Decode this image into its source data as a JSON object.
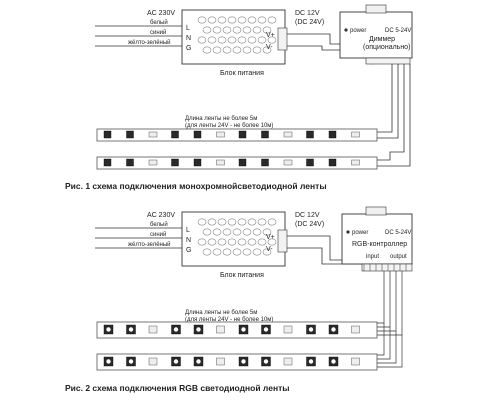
{
  "labels": {
    "ac_input": "AC 230V",
    "wire_white": "белый",
    "wire_blue": "синий",
    "wire_yellow_green": "жёлто-зелёный",
    "term_l": "L",
    "term_n": "N",
    "term_g": "G",
    "term_vplus": "V+",
    "term_vminus": "V-",
    "dc_output": "DC 12V",
    "dc_output_alt": "(DC 24V)",
    "psu_name": "Блок питания",
    "power_indicator": "power",
    "controller_range": "DC 5-24V",
    "input": "input",
    "output": "output",
    "strip_length_line1": "Длина ленты не более 5м",
    "strip_length_line2": "(для ленты 24V - не более 10м)"
  },
  "fig1": {
    "controller_title": "Диммер",
    "controller_subtitle": "(опционально)",
    "caption": "Рис. 1 схема подключения монохромнойсветодиодной ленты"
  },
  "fig2": {
    "controller_title": "RGB-контроллер",
    "caption": "Рис. 2 схема подключения RGB светодиодной ленты"
  },
  "colors": {
    "line": "#333333",
    "text": "#222222",
    "led": "#2a2a2a",
    "background": "#ffffff"
  }
}
